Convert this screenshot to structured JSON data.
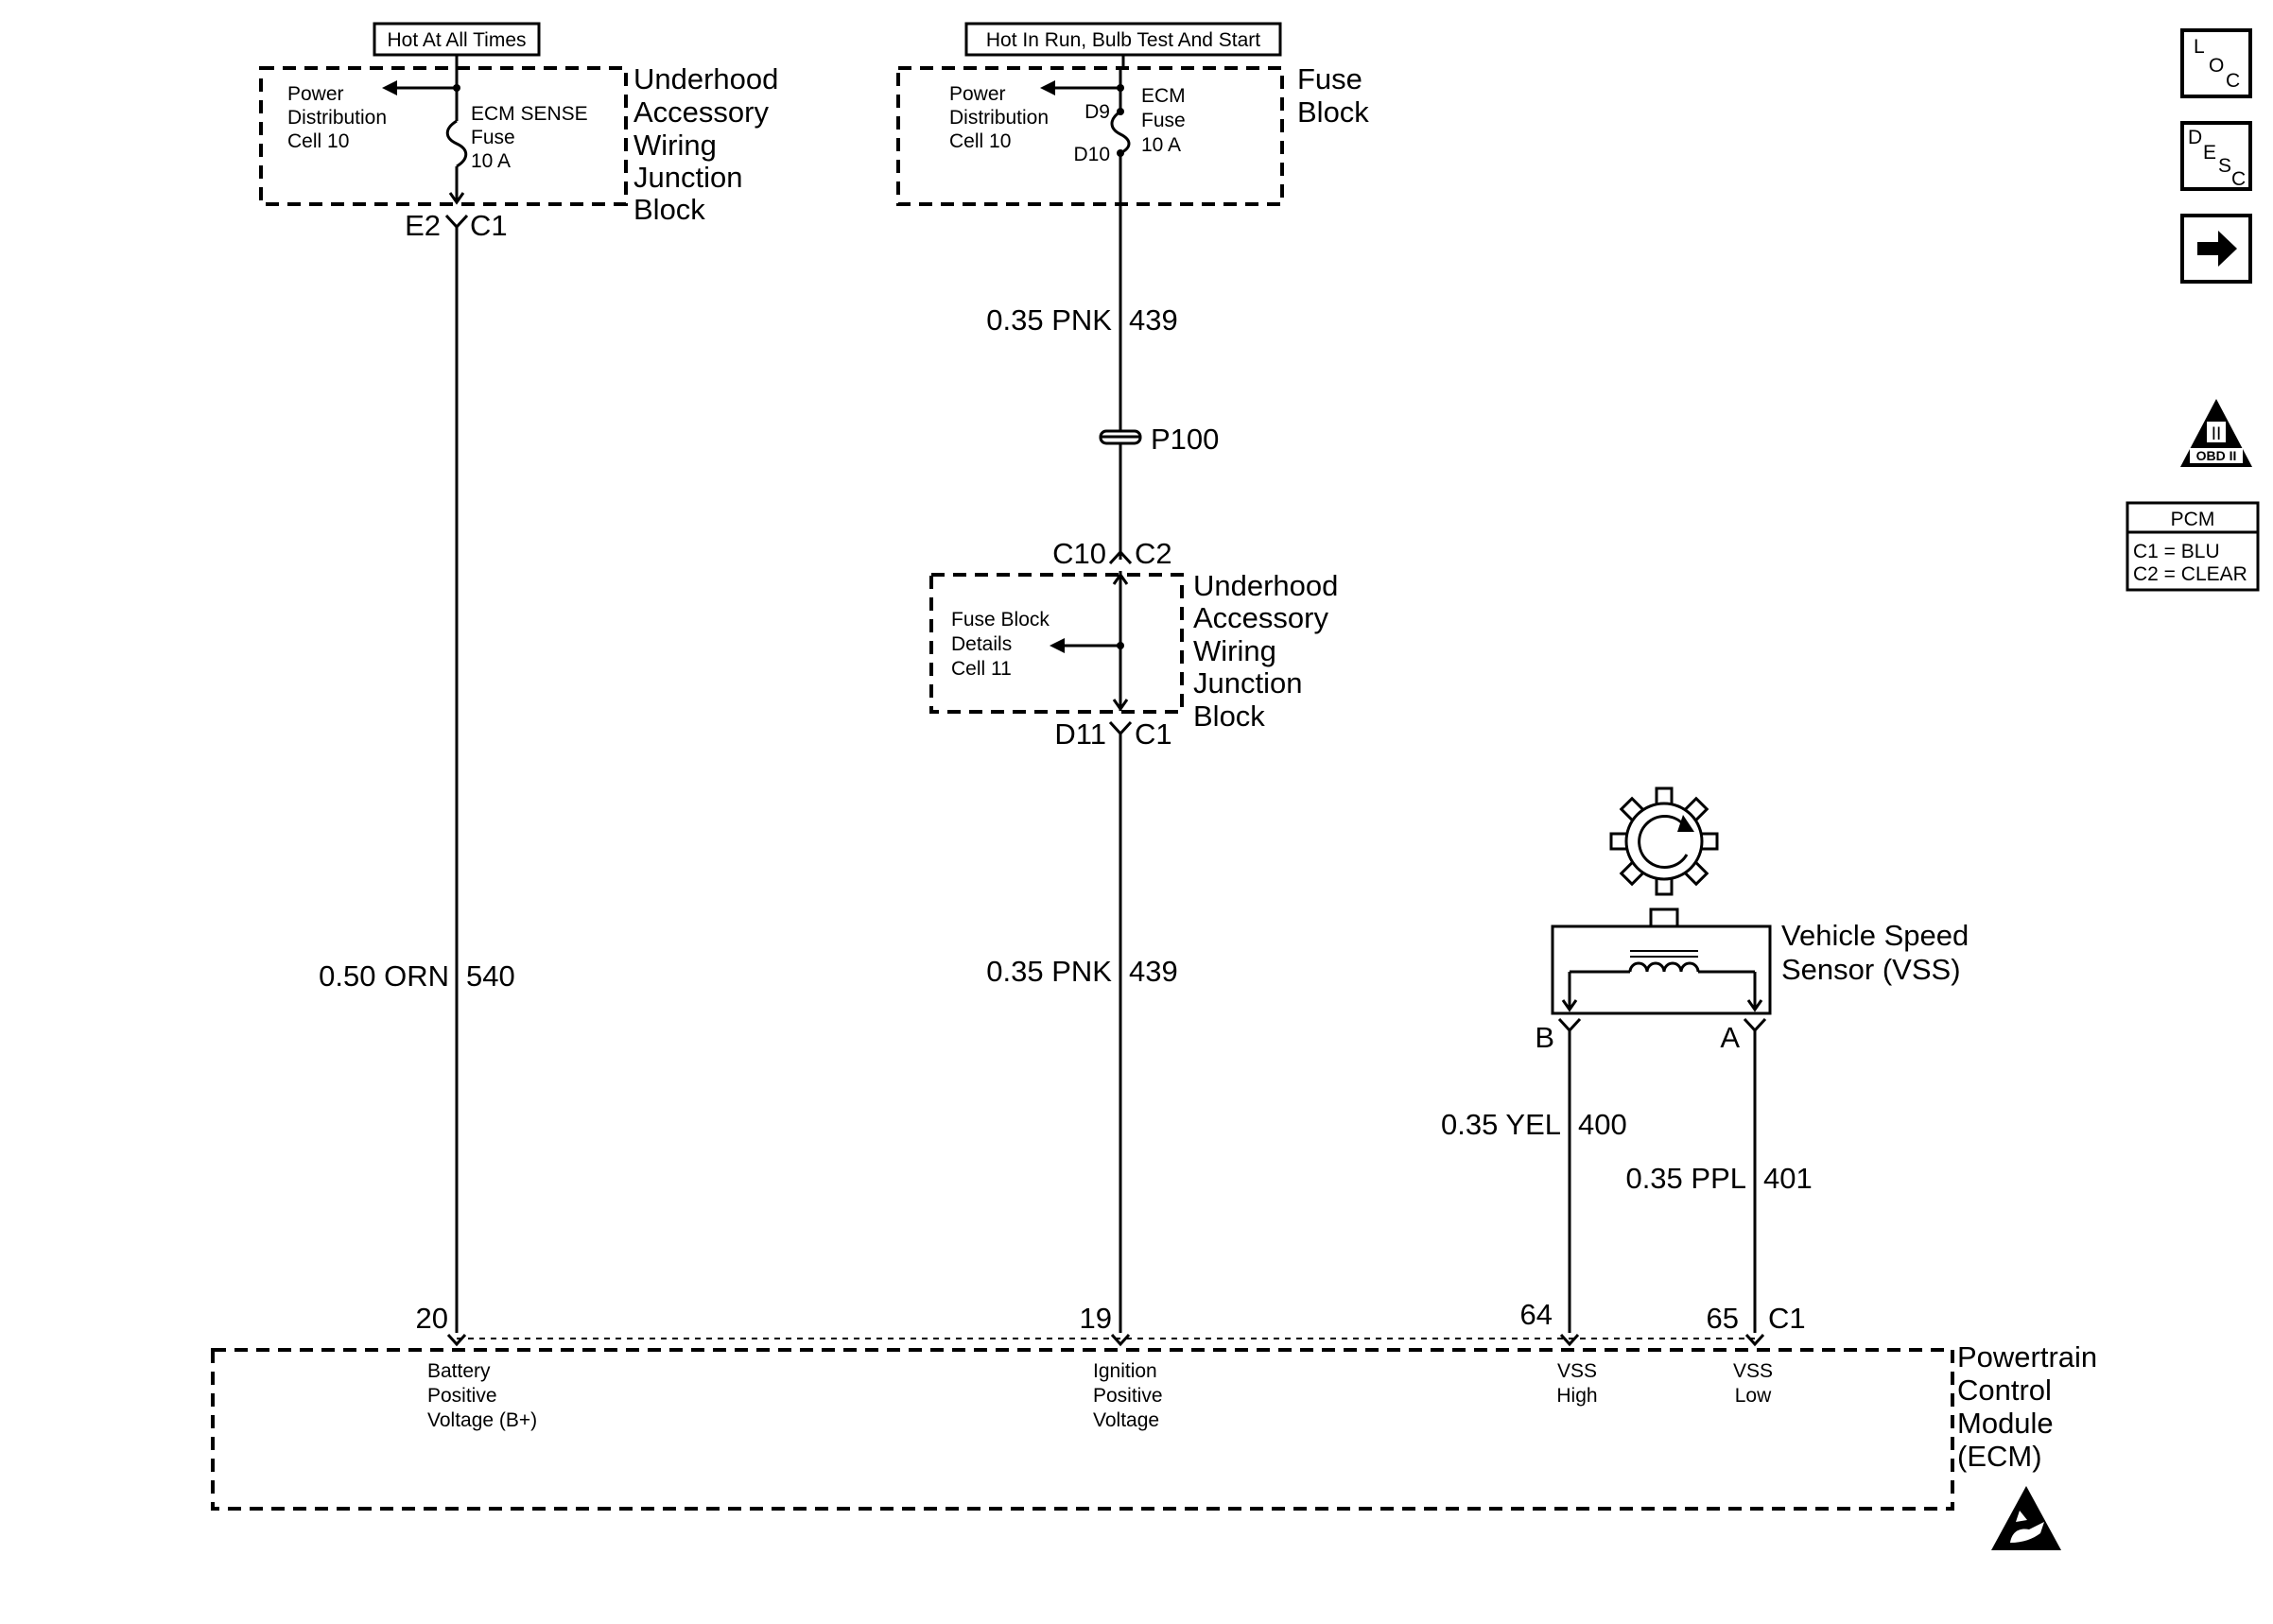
{
  "headers": {
    "hot_all_times": "Hot At All Times",
    "hot_run": "Hot In Run, Bulb Test And Start"
  },
  "box1": {
    "ref_l1": "Power",
    "ref_l2": "Distribution",
    "ref_l3": "Cell 10",
    "fuse_l1": "ECM SENSE",
    "fuse_l2": "Fuse",
    "fuse_l3": "10 A",
    "name_l1": "Underhood",
    "name_l2": "Accessory",
    "name_l3": "Wiring",
    "name_l4": "Junction",
    "name_l5": "Block",
    "conn_pin": "E2",
    "conn_id": "C1"
  },
  "box2": {
    "ref_l1": "Power",
    "ref_l2": "Distribution",
    "ref_l3": "Cell 10",
    "pin_top": "D9",
    "pin_bot": "D10",
    "fuse_l1": "ECM",
    "fuse_l2": "Fuse",
    "fuse_l3": "10 A",
    "name_l1": "Fuse",
    "name_l2": "Block"
  },
  "box3": {
    "ref_l1": "Fuse Block",
    "ref_l2": "Details",
    "ref_l3": "Cell 11",
    "name_l1": "Underhood",
    "name_l2": "Accessory",
    "name_l3": "Wiring",
    "name_l4": "Junction",
    "name_l5": "Block",
    "top_pin": "C10",
    "top_conn": "C2",
    "bot_pin": "D11",
    "bot_conn": "C1"
  },
  "wires": {
    "w540_gauge": "0.50 ORN",
    "w540_circuit": "540",
    "w439a_gauge": "0.35 PNK",
    "w439a_circuit": "439",
    "w439b_gauge": "0.35 PNK",
    "w439b_circuit": "439",
    "w400_gauge": "0.35 YEL",
    "w400_circuit": "400",
    "w401_gauge": "0.35 PPL",
    "w401_circuit": "401"
  },
  "splice": "P100",
  "vss": {
    "name_l1": "Vehicle Speed",
    "name_l2": "Sensor (VSS)",
    "pin_b": "B",
    "pin_a": "A"
  },
  "pcm": {
    "pin_20": "20",
    "pin_19": "19",
    "pin_64": "64",
    "pin_65": "65",
    "conn": "C1",
    "t1_l1": "Battery",
    "t1_l2": "Positive",
    "t1_l3": "Voltage (B+)",
    "t2_l1": "Ignition",
    "t2_l2": "Positive",
    "t2_l3": "Voltage",
    "t3_l1": "VSS",
    "t3_l2": "High",
    "t4_l1": "VSS",
    "t4_l2": "Low",
    "name_l1": "Powertrain",
    "name_l2": "Control",
    "name_l3": "Module",
    "name_l4": "(ECM)"
  },
  "sidebar": {
    "loc_l": "L",
    "loc_o": "O",
    "loc_c": "C",
    "desc_d": "D",
    "desc_e": "E",
    "desc_s": "S",
    "desc_c": "C",
    "obd_roman": "II",
    "obd_label": "OBD II",
    "legend_title": "PCM",
    "legend_c1": "C1 = BLU",
    "legend_c2": "C2 = CLEAR"
  }
}
